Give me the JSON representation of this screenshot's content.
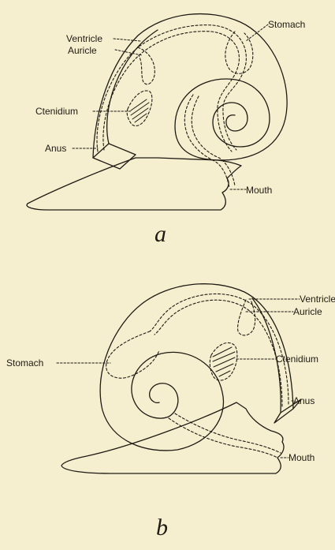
{
  "figure_a": {
    "caption": "a",
    "labels": {
      "stomach": "Stomach",
      "ventricle": "Ventricle",
      "auricle": "Auricle",
      "ctenidium": "Ctenidium",
      "anus": "Anus",
      "mouth": "Mouth"
    }
  },
  "figure_b": {
    "caption": "b",
    "labels": {
      "ventricle": "Ventricle",
      "auricle": "Auricle",
      "stomach": "Stomach",
      "ctenidium": "Ctenidium",
      "anus": "Anus",
      "mouth": "Mouth"
    }
  },
  "colors": {
    "background": "#f6efcf",
    "ink": "#1f1a14"
  }
}
